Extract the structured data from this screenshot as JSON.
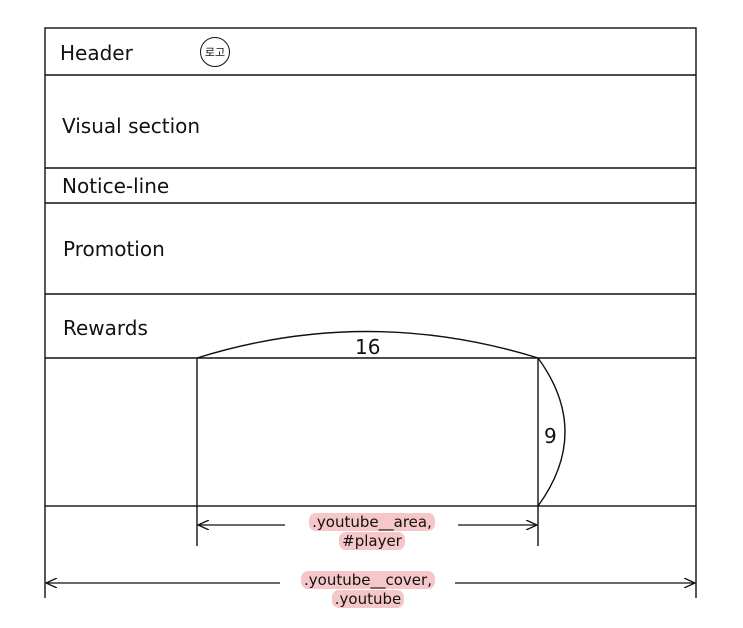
{
  "sections": {
    "header": "Header",
    "visual": "Visual section",
    "notice": "Notice-line",
    "promotion": "Promotion",
    "rewards": "Rewards"
  },
  "logo": {
    "text": "로고"
  },
  "aspect": {
    "width_label": "16",
    "height_label": "9"
  },
  "annotations": {
    "area": {
      "line1": ".youtube__area,",
      "line2": "#player"
    },
    "cover": {
      "line1": ".youtube__cover,",
      "line2": ".youtube"
    }
  },
  "colors": {
    "stroke": "#111111",
    "highlight": "#f6c7c9"
  }
}
